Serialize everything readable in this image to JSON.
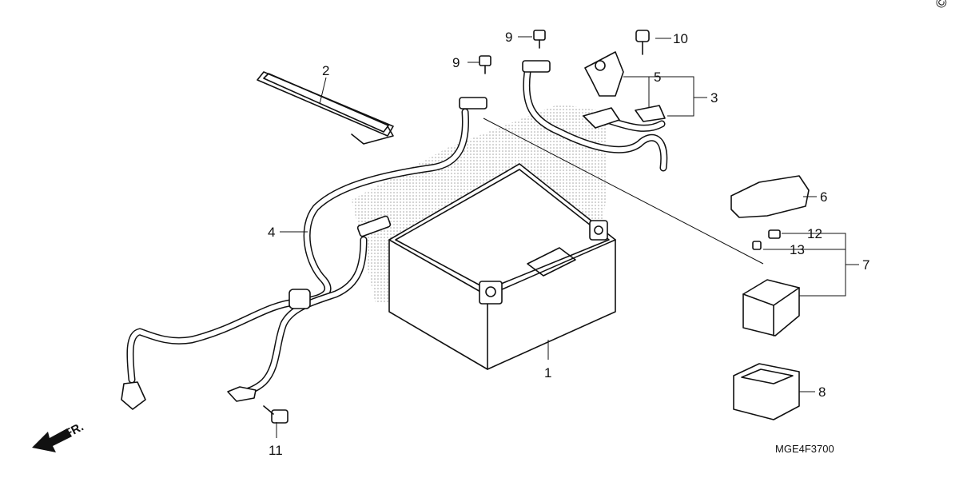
{
  "diagram_code": "MGE4F3700",
  "copyright_mark": "© H",
  "direction_label": "FR.",
  "callouts": [
    {
      "id": "1",
      "label": "1"
    },
    {
      "id": "2",
      "label": "2"
    },
    {
      "id": "3",
      "label": "3"
    },
    {
      "id": "4",
      "label": "4"
    },
    {
      "id": "5",
      "label": "5"
    },
    {
      "id": "6",
      "label": "6"
    },
    {
      "id": "7",
      "label": "7"
    },
    {
      "id": "8",
      "label": "8"
    },
    {
      "id": "9a",
      "label": "9"
    },
    {
      "id": "9b",
      "label": "9"
    },
    {
      "id": "10",
      "label": "10"
    },
    {
      "id": "11",
      "label": "11"
    },
    {
      "id": "12",
      "label": "12"
    },
    {
      "id": "13",
      "label": "13"
    }
  ]
}
